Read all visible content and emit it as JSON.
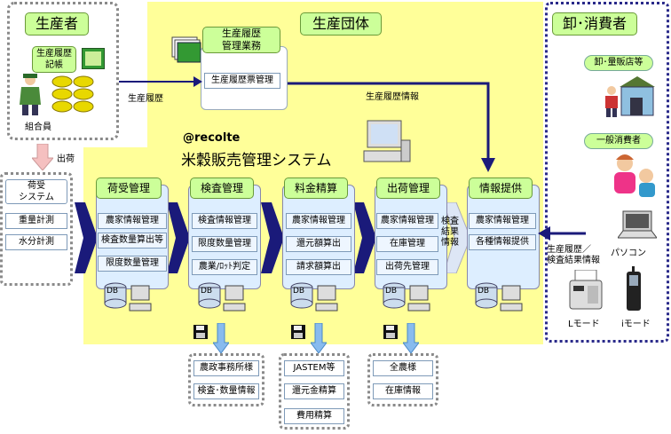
{
  "regions": {
    "producer": "生産者",
    "org": "生産団体",
    "consumer": "卸･消費者"
  },
  "producer": {
    "record_title": "生産履歴\n記帳",
    "member": "組合員",
    "ship": "出荷"
  },
  "history_box": {
    "title": "生産履歴\n管理業務",
    "item": "生産履歴票管理",
    "arrow_in": "生産履歴",
    "arrow_out": "生産履歴情報"
  },
  "system": {
    "brand": "@recolte",
    "name": "米穀販売管理システム"
  },
  "intake": {
    "title": "荷受\nシステム",
    "items": [
      "重量計測",
      "水分計測"
    ]
  },
  "modules": [
    {
      "title": "荷受管理",
      "items": [
        "農家情報管理",
        "検査数量算出等",
        "限度数量管理"
      ],
      "db": "DB"
    },
    {
      "title": "検査管理",
      "items": [
        "検査情報管理",
        "限度数量管理",
        "農業/ﾛｯﾄ判定"
      ],
      "db": "DB"
    },
    {
      "title": "料金精算",
      "items": [
        "農家情報管理",
        "還元額算出",
        "請求額算出"
      ],
      "db": "DB"
    },
    {
      "title": "出荷管理",
      "items": [
        "農家情報管理",
        "在庫管理",
        "出荷先管理"
      ],
      "db": "DB"
    },
    {
      "title": "情報提供",
      "items": [
        "農家情報管理",
        "各種情報提供"
      ],
      "db": "DB"
    }
  ],
  "result_label": "検査\n結果\n情報",
  "consumer": {
    "wholesale": "卸･量販店等",
    "general": "一般消費者",
    "pc": "パソコン",
    "lmode": "Lモード",
    "imode": "iモード",
    "arrow_label": "生産履歴／\n検査結果情報"
  },
  "outputs": [
    {
      "items": [
        "農政事務所様",
        "検査･数量情報"
      ]
    },
    {
      "items": [
        "JASTEM等",
        "還元金精算",
        "費用精算"
      ]
    },
    {
      "items": [
        "全農様",
        "在庫情報"
      ]
    }
  ],
  "colors": {
    "org_bg": "#ffff99",
    "arrow_navy": "#1a1a7a",
    "arrow_light": "#88bbee",
    "title_green": "#ccff99"
  }
}
